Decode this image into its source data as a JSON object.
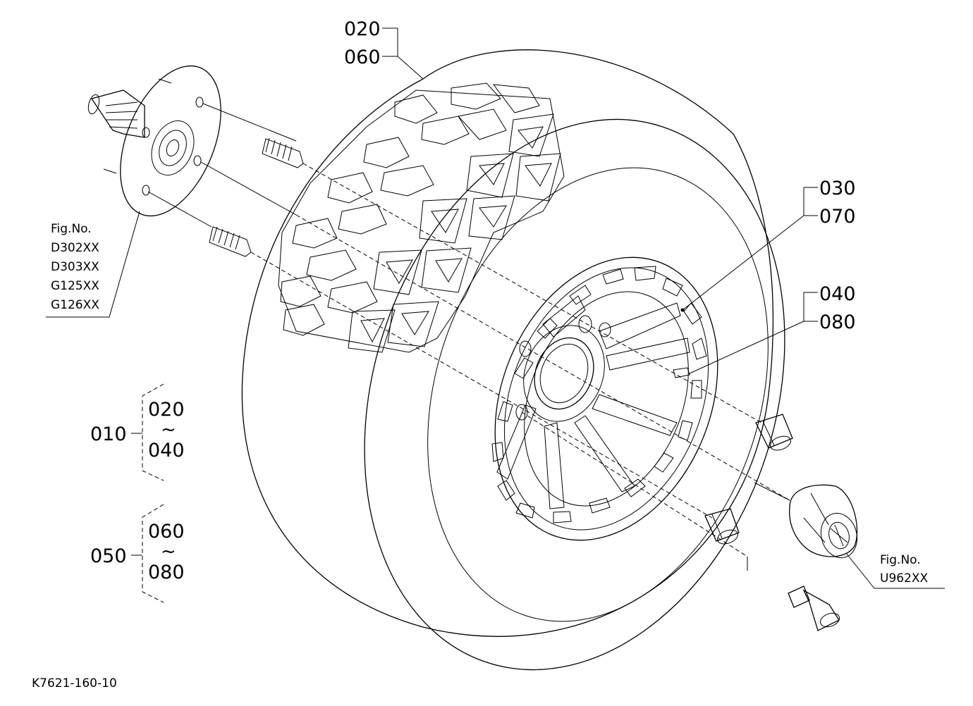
{
  "labels": {
    "tire_a": "020",
    "tire_b": "060",
    "rim_a": "030",
    "rim_b": "070",
    "valve_a": "040",
    "valve_b": "080",
    "hub_fig_title": "Fig.No.",
    "hub_fig_1": "D302XX",
    "hub_fig_2": "D303XX",
    "hub_fig_3": "G125XX",
    "hub_fig_4": "G126XX",
    "cap_fig_title": "Fig.No.",
    "cap_fig_1": "U962XX",
    "assy1": "010",
    "assy1_top": "020",
    "assy1_tilde": "~",
    "assy1_bottom": "040",
    "assy2": "050",
    "assy2_top": "060",
    "assy2_tilde": "~",
    "assy2_bottom": "080",
    "drawing_code": "K7621-160-10"
  }
}
